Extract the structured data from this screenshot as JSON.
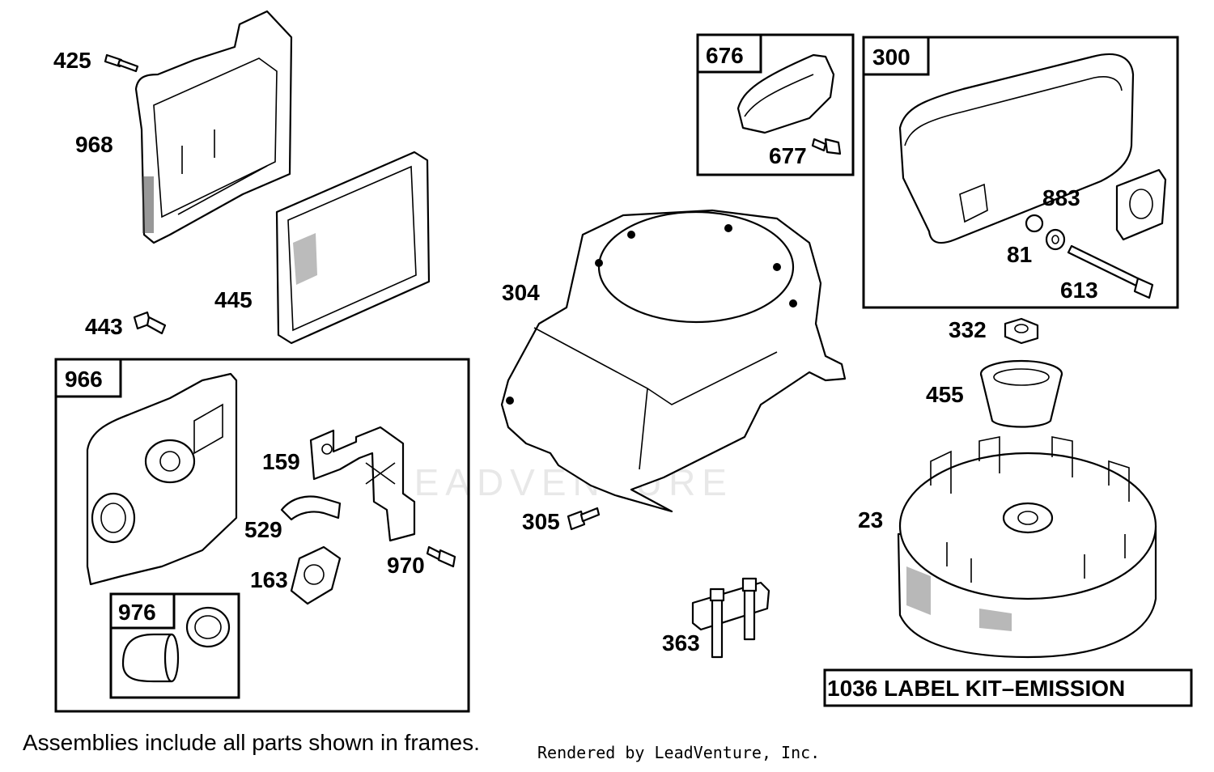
{
  "parts": [
    {
      "id": "425",
      "label": "425"
    },
    {
      "id": "968",
      "label": "968"
    },
    {
      "id": "445",
      "label": "445"
    },
    {
      "id": "443",
      "label": "443"
    },
    {
      "id": "966",
      "label": "966"
    },
    {
      "id": "159",
      "label": "159"
    },
    {
      "id": "529",
      "label": "529"
    },
    {
      "id": "163",
      "label": "163"
    },
    {
      "id": "970",
      "label": "970"
    },
    {
      "id": "976",
      "label": "976"
    },
    {
      "id": "304",
      "label": "304"
    },
    {
      "id": "305",
      "label": "305"
    },
    {
      "id": "363",
      "label": "363"
    },
    {
      "id": "676",
      "label": "676"
    },
    {
      "id": "677",
      "label": "677"
    },
    {
      "id": "300",
      "label": "300"
    },
    {
      "id": "883",
      "label": "883"
    },
    {
      "id": "81",
      "label": "81"
    },
    {
      "id": "613",
      "label": "613"
    },
    {
      "id": "332",
      "label": "332"
    },
    {
      "id": "455",
      "label": "455"
    },
    {
      "id": "23",
      "label": "23"
    }
  ],
  "label_kit": "1036 LABEL KIT–EMISSION",
  "footer": {
    "note": "Assemblies include all parts shown in frames.",
    "rendered_by": "Rendered by LeadVenture, Inc."
  },
  "watermark": "LEADVENTURE"
}
